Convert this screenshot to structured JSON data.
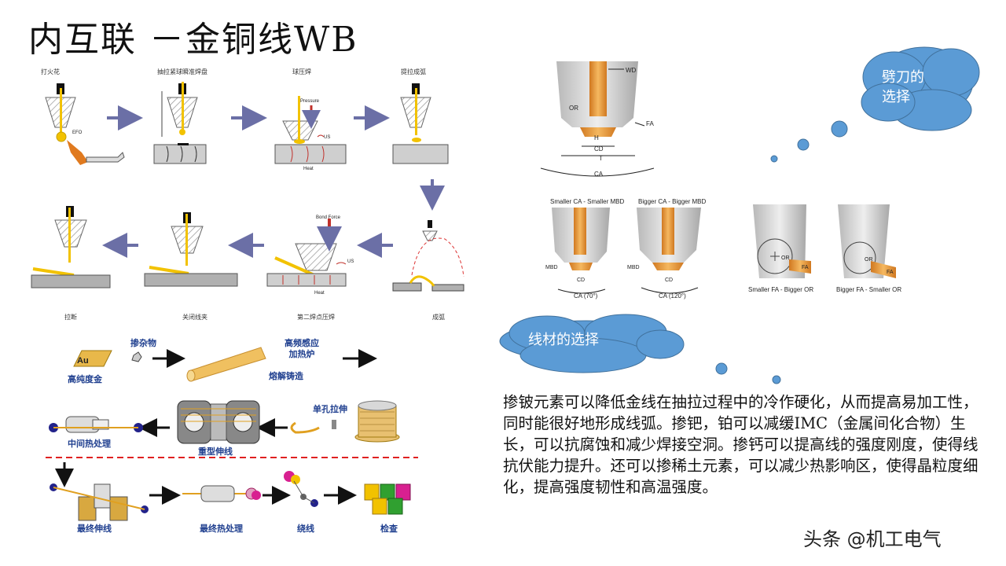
{
  "title": "内互联 －金铜线WB",
  "wire_bond_steps": {
    "top_row": [
      "打火花",
      "抽拉紧球瞬准焊盘",
      "球压焊",
      "提拉成弧"
    ],
    "bottom_row": [
      "拉断",
      "关闭线夹",
      "第二焊点压焊",
      "成弧"
    ],
    "annotations": {
      "efo": "EFO",
      "pressure": "Pressure",
      "us": "US",
      "heat": "Heat",
      "bond_force": "Bond Force"
    }
  },
  "wire_process": {
    "au": "Au",
    "dopant": "掺杂物",
    "high_purity_gold": "高纯度金",
    "induction_furnace": "高频感应\n加热炉",
    "melt_cast": "熔解铸造",
    "single_hole_drawing": "单孔拉伸",
    "heavy_drawing": "重型伸线",
    "intermediate_heat": "中间热处理",
    "final_drawing": "最终伸线",
    "final_heat": "最终热处理",
    "winding": "绕线",
    "inspection": "检查"
  },
  "capillary": {
    "labels": {
      "wd": "WD",
      "or": "OR",
      "fa": "FA",
      "h": "H",
      "cd": "CD",
      "t": "T",
      "ca": "CA",
      "mbd": "MBD"
    },
    "variants": [
      "Smaller CA - Smaller MBD",
      "Bigger CA - Bigger MBD",
      "Smaller FA - Bigger OR",
      "Bigger FA - Smaller OR"
    ],
    "angles": [
      "CA (70°)",
      "CA (120°)"
    ]
  },
  "clouds": {
    "capillary_choice": "劈刀的\n选择",
    "wire_choice": "线材的选择"
  },
  "paragraph": "掺铍元素可以降低金线在抽拉过程中的冷作硬化，从而提高易加工性，同时能很好地形成线弧。掺钯，铂可以减缓IMC（金属间化合物）生长，可以抗腐蚀和减少焊接空洞。掺钙可以提高线的强度刚度，使得线抗伏能力提升。还可以掺稀土元素，可以减少热影响区，使得晶粒度细化，提高强度韧性和高温强度。",
  "watermark": "头条 @机工电气",
  "colors": {
    "wire": "#f2c200",
    "arrow": "#6b6fa6",
    "cloud": "#5b9bd5",
    "gold_rod": "#f0c060",
    "copper": "#e6a040",
    "label_blue": "#1f3f8f"
  }
}
